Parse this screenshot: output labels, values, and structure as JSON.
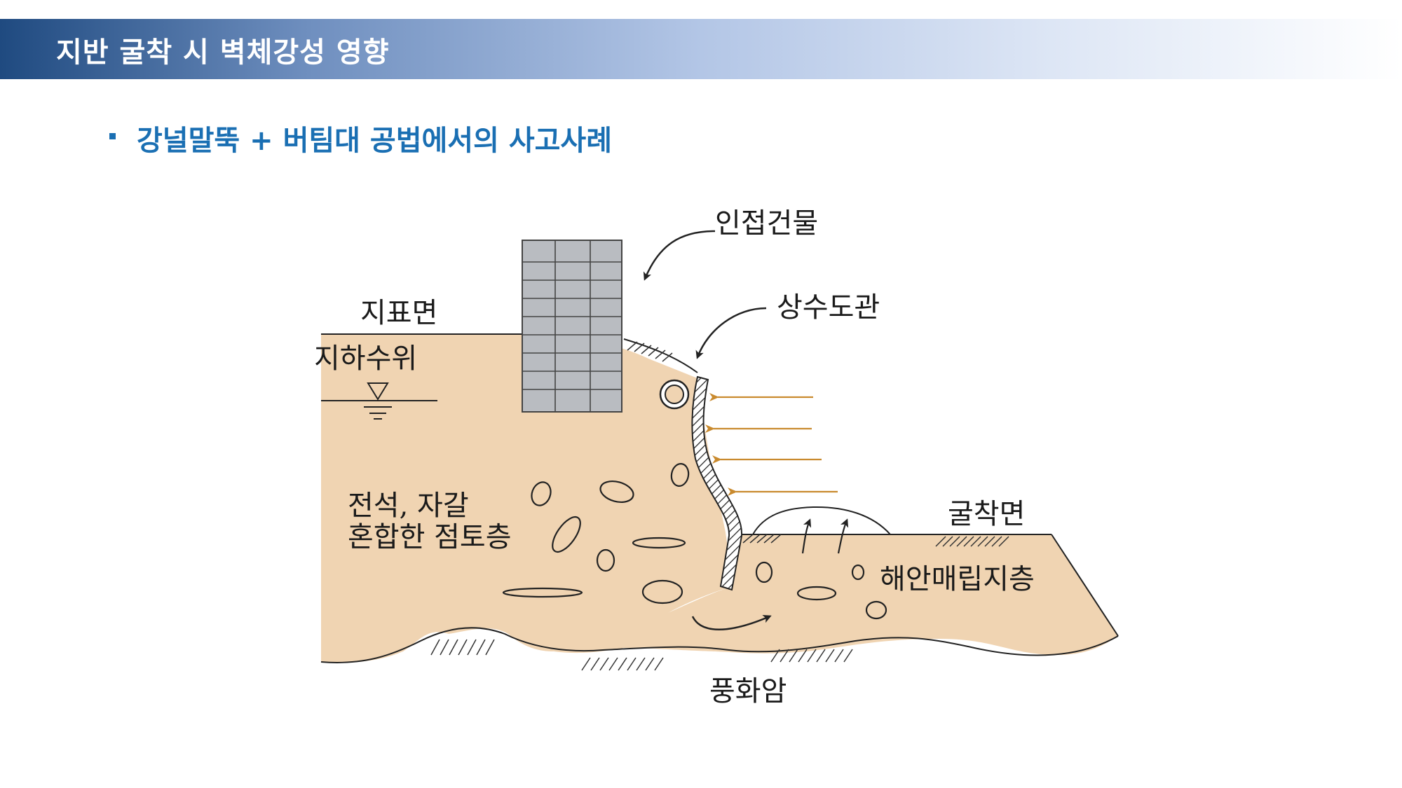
{
  "header": {
    "title": "지반 굴착 시 벽체강성 영향"
  },
  "section": {
    "bullet_text": "강널말뚝 + 버팀대 공법에서의 사고사례"
  },
  "diagram": {
    "labels": {
      "adjacent_building": "인접건물",
      "water_pipe": "상수도관",
      "ground_surface": "지표면",
      "groundwater_level": "지하수위",
      "soil_line1": "전석, 자갈",
      "soil_line2": "혼합한 점토층",
      "excavation_surface": "굴착면",
      "reclaimed_layer": "해안매립지층",
      "weathered_rock": "풍화암"
    },
    "colors": {
      "soil": "#f0d4b2",
      "building": "#b9bcc1",
      "pressure_arrow": "#c98a2e",
      "header_dark": "#1f4a80",
      "accent_blue": "#1a6fb3"
    }
  }
}
